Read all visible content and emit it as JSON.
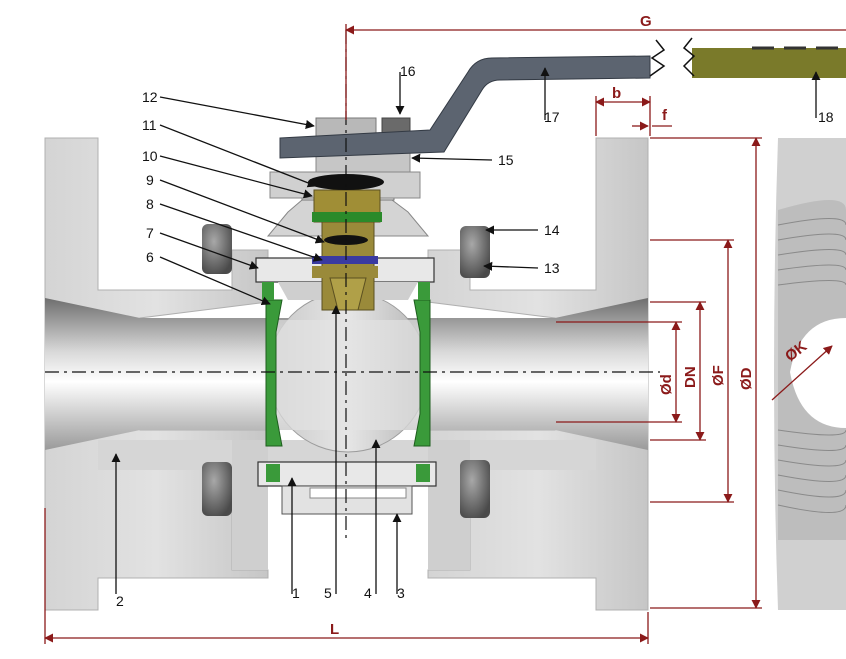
{
  "colors": {
    "dimension": "#8b1a1a",
    "body": "#d7d7d7",
    "seat": "#3a9a3a",
    "gland": "#8a7a2c",
    "packing": "#3a3aa0",
    "handle": "#5c6470",
    "sleeve": "#7a7a2a"
  },
  "parts": {
    "p1": "1",
    "p2": "2",
    "p3": "3",
    "p4": "4",
    "p5": "5",
    "p6": "6",
    "p7": "7",
    "p8": "8",
    "p9": "9",
    "p10": "10",
    "p11": "11",
    "p12": "12",
    "p13": "13",
    "p14": "14",
    "p15": "15",
    "p16": "16",
    "p17": "17",
    "p18": "18"
  },
  "dimensions": {
    "G": "G",
    "b": "b",
    "f": "f",
    "L": "L",
    "d": "Ød",
    "DN": "DN",
    "F": "ØF",
    "D": "ØD",
    "K": "ØK"
  }
}
